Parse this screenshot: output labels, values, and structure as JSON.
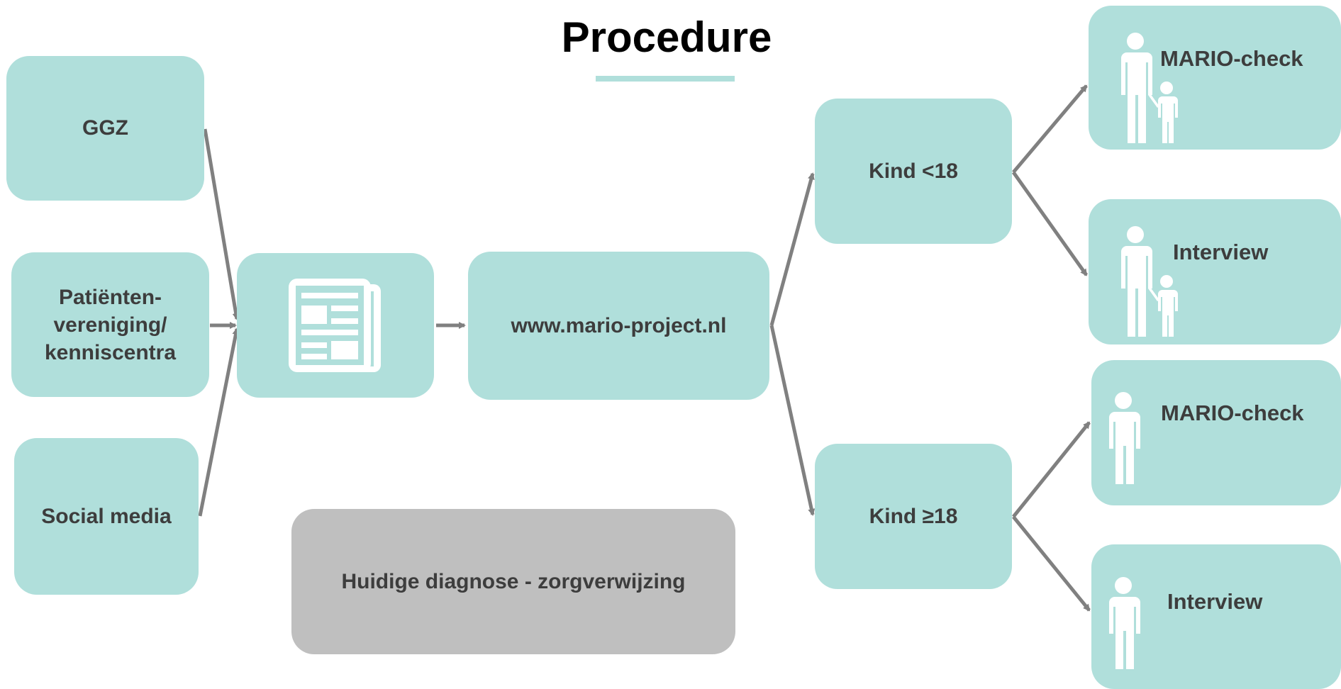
{
  "title": "Procedure",
  "colors": {
    "box_fill": "#b0dfdb",
    "gray_box_fill": "#bfbfbf",
    "arrow": "#808080",
    "text": "#3d3d3d",
    "icon": "#ffffff"
  },
  "sources": {
    "ggz": "GGZ",
    "patient_line1": "Patiënten-",
    "patient_line2": "vereniging/",
    "patient_line3": "kenniscentra",
    "social_media": "Social media"
  },
  "document_node": {
    "icon": "newspaper-icon"
  },
  "website": "www.mario-project.nl",
  "branches": {
    "under_18": "Kind <18",
    "over_18": "Kind ≥18"
  },
  "outcomes": {
    "under_18_check": "MARIO-check",
    "under_18_interview": "Interview",
    "over_18_check": "MARIO-check",
    "over_18_interview": "Interview"
  },
  "outcome_icons": {
    "under_18": "parent-with-child-icon",
    "over_18": "adult-person-icon"
  },
  "current_path": "Huidige diagnose - zorgverwijzing"
}
